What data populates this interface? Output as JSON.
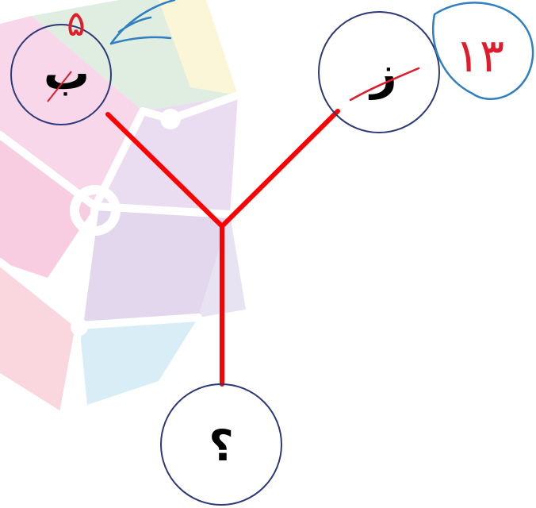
{
  "nodes": {
    "top_left": {
      "label": "ب",
      "handwritten_value": "۵"
    },
    "top_right": {
      "label": "ز",
      "handwritten_value": "۱۳"
    },
    "bottom": {
      "label": "؟"
    }
  },
  "colors": {
    "connector": "#ff0000",
    "node_border": "#2e3a78",
    "ink_blue": "#2f7fc1",
    "ink_red": "#e21b2a"
  },
  "background_watermark": "faded-geometric-network-logo"
}
